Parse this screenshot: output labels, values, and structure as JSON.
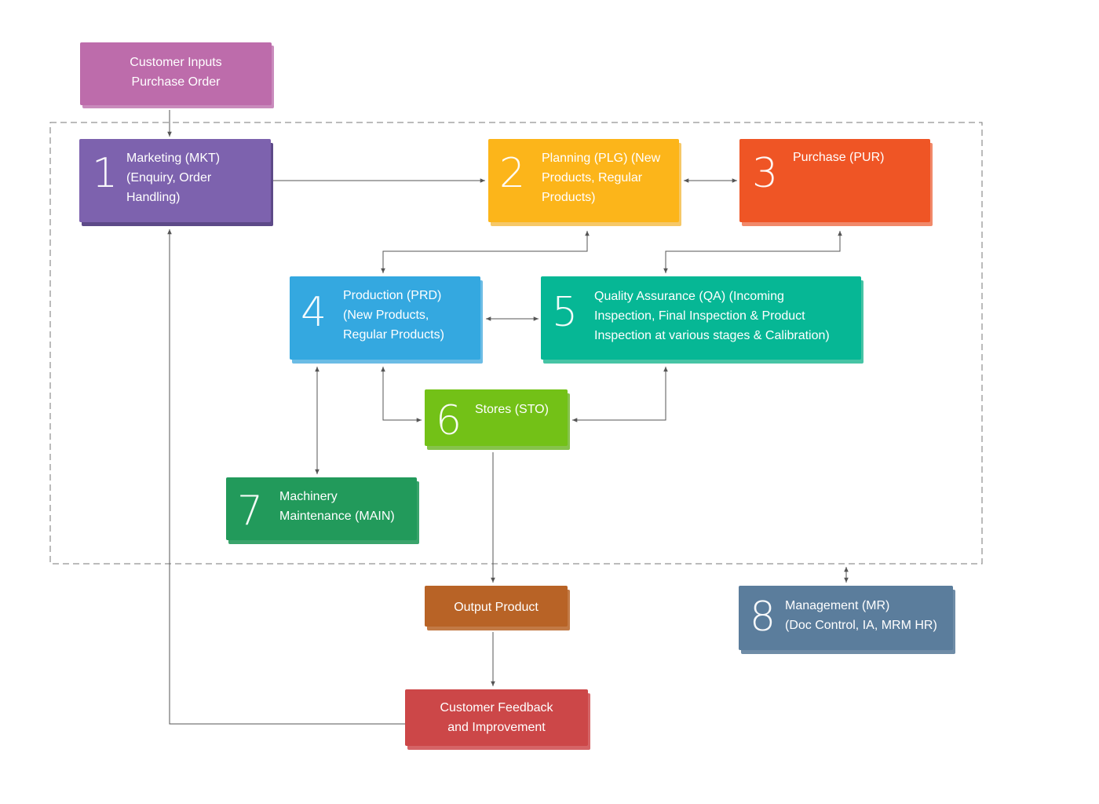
{
  "nodes": {
    "customer_inputs": {
      "lines": [
        "Customer Inputs",
        "Purchase Order"
      ],
      "color": "#bd6cab"
    },
    "mkt": {
      "number": "1",
      "lines": [
        "Marketing (MKT)",
        "(Enquiry, Order",
        "Handling)"
      ],
      "color": "#7d62ae"
    },
    "plg": {
      "number": "2",
      "lines": [
        "Planning (PLG) (New",
        "Products, Regular",
        "Products)"
      ],
      "color": "#fcb51a"
    },
    "pur": {
      "number": "3",
      "lines": [
        "Purchase (PUR)"
      ],
      "color": "#ef5525"
    },
    "prd": {
      "number": "4",
      "lines": [
        "Production (PRD)",
        "(New Products,",
        "Regular Products)"
      ],
      "color": "#34a8e0"
    },
    "qa": {
      "number": "5",
      "lines": [
        "Quality Assurance (QA) (Incoming",
        "Inspection, Final Inspection & Product",
        "Inspection at various stages & Calibration)"
      ],
      "color": "#06b795"
    },
    "sto": {
      "number": "6",
      "lines": [
        "Stores (STO)"
      ],
      "color": "#73c117"
    },
    "main": {
      "number": "7",
      "lines": [
        "Machinery",
        "Maintenance (MAIN)"
      ],
      "color": "#229a5b"
    },
    "output": {
      "lines": [
        "Output Product"
      ],
      "color": "#b86326"
    },
    "mr": {
      "number": "8",
      "lines": [
        "Management (MR)",
        "(Doc Control, IA, MRM HR)"
      ],
      "color": "#5b7d9c"
    },
    "feedback": {
      "lines": [
        "Customer Feedback",
        "and Improvement"
      ],
      "color": "#cc4748"
    }
  },
  "connector_color": "#555555"
}
